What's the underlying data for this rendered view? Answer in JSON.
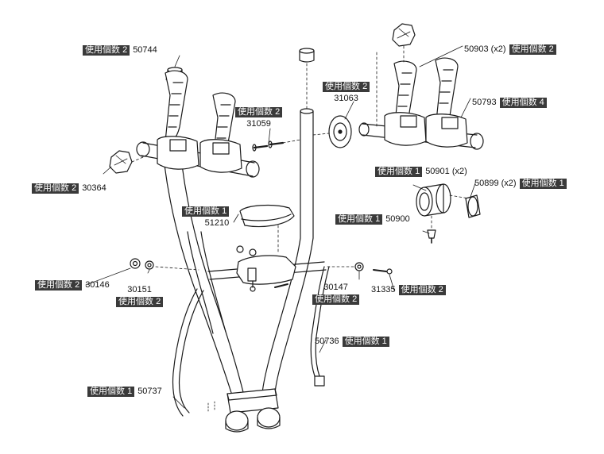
{
  "qty_prefix": "使用個数",
  "parts": {
    "p50744": {
      "part_no": "50744",
      "qty": "2"
    },
    "p30364": {
      "part_no": "30364",
      "qty": "2"
    },
    "p31059": {
      "part_no": "31059",
      "qty": "2"
    },
    "p31063": {
      "part_no": "31063",
      "qty": "2"
    },
    "p50903": {
      "part_no": "50903 (x2)",
      "qty": "2"
    },
    "p50793": {
      "part_no": "50793",
      "qty": "4"
    },
    "p50901": {
      "part_no": "50901 (x2)",
      "qty": "1"
    },
    "p50899": {
      "part_no": "50899 (x2)",
      "qty": "1"
    },
    "p50900": {
      "part_no": "50900",
      "qty": "1"
    },
    "p51210": {
      "part_no": "51210",
      "qty": "1"
    },
    "p30146": {
      "part_no": "30146",
      "qty": "2"
    },
    "p30151": {
      "part_no": "30151",
      "qty": "2"
    },
    "p30147": {
      "part_no": "30147",
      "qty": "2"
    },
    "p31335": {
      "part_no": "31335",
      "qty": "2"
    },
    "p50736": {
      "part_no": "50736",
      "qty": "1"
    },
    "p50737": {
      "part_no": "50737",
      "qty": "1"
    }
  }
}
